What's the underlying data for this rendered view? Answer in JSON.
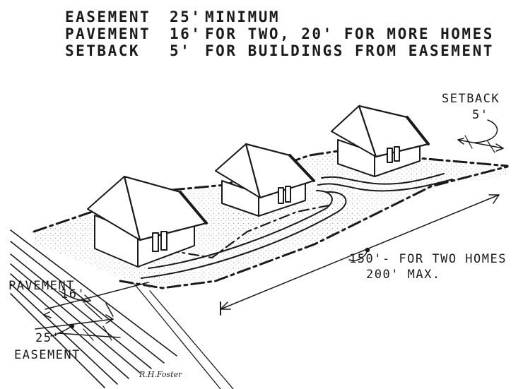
{
  "header": {
    "line1": {
      "term": "EASEMENT",
      "value": "25'",
      "desc": "MINIMUM"
    },
    "line2": {
      "term": "PAVEMENT",
      "value": "16'",
      "desc": "FOR TWO, 20' FOR MORE HOMES"
    },
    "line3": {
      "term": "SETBACK",
      "value": "5'",
      "desc": "FOR BUILDINGS FROM EASEMENT"
    }
  },
  "labels": {
    "setback_title": "SETBACK",
    "setback_value": "5'",
    "length_line1": "150'- FOR TWO HOMES",
    "length_line2": "200' MAX.",
    "pavement_title": "PAVEMENT",
    "pavement_value": "16'",
    "easement_value": "25'",
    "easement_title": "EASEMENT",
    "signature": "R.H.Foster"
  },
  "colors": {
    "ink": "#1a1a1a",
    "paper": "#ffffff",
    "stipple": "#9a9a9a"
  }
}
